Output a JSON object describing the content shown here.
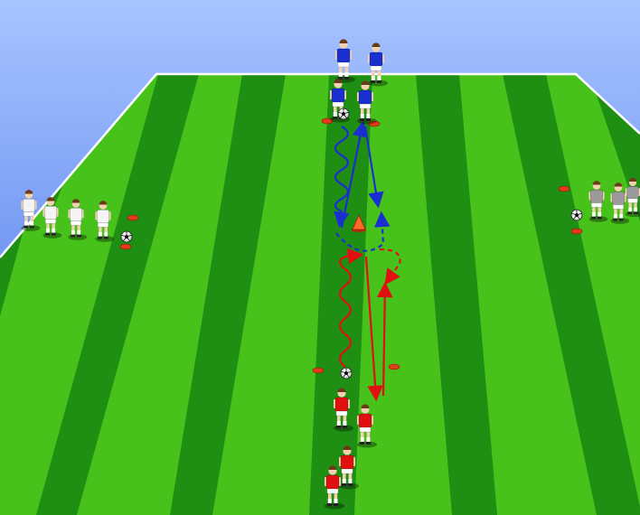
{
  "diagram": {
    "type": "soccer-drill",
    "colors": {
      "sky_top": "#8fb3ff",
      "sky_bottom": "#3f6de6",
      "grass_dark": "#1a8a12",
      "grass_light": "#4cc61c",
      "boundary": "#ffffff",
      "blue_team": "#1a2fd0",
      "red_team": "#e01010",
      "white_team": "#f4f4f4",
      "grey_team": "#9a9a9a",
      "cone": "#e23a1a"
    },
    "groups": [
      {
        "name": "blue-group",
        "team_color": "blue",
        "players": 4,
        "balls": 1
      },
      {
        "name": "red-group",
        "team_color": "red",
        "players": 4,
        "balls": 1
      },
      {
        "name": "white-group",
        "team_color": "white",
        "players": 4,
        "balls": 1
      },
      {
        "name": "grey-group",
        "team_color": "grey",
        "players": 3,
        "balls": 1
      }
    ],
    "center_cone": {
      "icon": "tall-cone-icon",
      "color": "orange"
    },
    "markers": {
      "icon": "disc-cone-icon",
      "count": 8
    },
    "paths": [
      {
        "name": "blue-dribble",
        "style": "wavy",
        "team_color": "blue"
      },
      {
        "name": "blue-pass-1",
        "style": "straight",
        "team_color": "blue"
      },
      {
        "name": "blue-pass-2",
        "style": "straight",
        "team_color": "blue"
      },
      {
        "name": "blue-run",
        "style": "dashed",
        "team_color": "blue"
      },
      {
        "name": "red-dribble",
        "style": "wavy",
        "team_color": "red"
      },
      {
        "name": "red-pass-1",
        "style": "straight",
        "team_color": "red"
      },
      {
        "name": "red-pass-2",
        "style": "straight",
        "team_color": "red"
      },
      {
        "name": "red-run",
        "style": "dashed",
        "team_color": "red"
      }
    ]
  }
}
